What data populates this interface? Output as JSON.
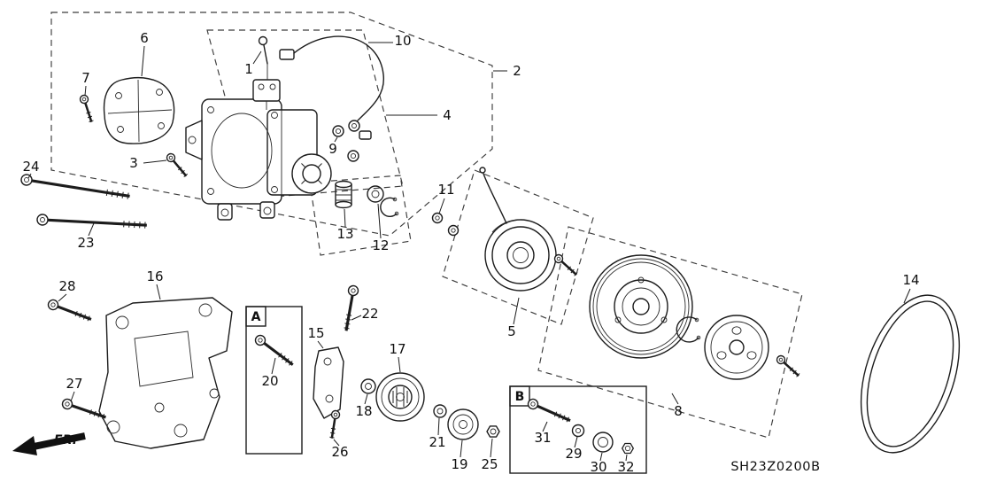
{
  "figure": {
    "code": "SH23Z0200B",
    "front_label": "FR.",
    "detail_a_label": "A",
    "detail_b_label": "B"
  },
  "callouts": {
    "1": "1",
    "2": "2",
    "3": "3",
    "4": "4",
    "5": "5",
    "6": "6",
    "7": "7",
    "8": "8",
    "9": "9",
    "10": "10",
    "11": "11",
    "12": "12",
    "13": "13",
    "14": "14",
    "15": "15",
    "16": "16",
    "17": "17",
    "18": "18",
    "19": "19",
    "20": "20",
    "21": "21",
    "22": "22",
    "23": "23",
    "24": "24",
    "25": "25",
    "26": "26",
    "27": "27",
    "28": "28",
    "29": "29",
    "30": "30",
    "31": "31",
    "32": "32"
  }
}
